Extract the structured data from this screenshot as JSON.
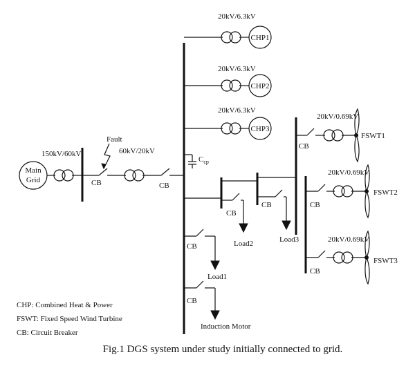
{
  "labels": {
    "main_grid_1": "Main",
    "main_grid_2": "Grid",
    "tr_150_60": "150kV/60kV",
    "tr_60_20": "60kV/20kV",
    "fault": "Fault",
    "cb": "CB",
    "cap": "C",
    "cap_sub": "cp",
    "tr_20_63": "20kV/6.3kV",
    "chp1": "CHP1",
    "chp2": "CHP2",
    "chp3": "CHP3",
    "tr_20_069": "20kV/0.69kV",
    "fswt1": "FSWT1",
    "fswt2": "FSWT2",
    "fswt3": "FSWT3",
    "load1": "Load1",
    "load2": "Load2",
    "load3": "Load3",
    "induction_motor": "Induction Motor"
  },
  "legend": [
    "CHP: Combined Heat & Power",
    "FSWT: Fixed Speed Wind Turbine",
    "CB: Circuit Breaker"
  ],
  "caption": "Fig.1 DGS system under study initially connected to grid."
}
